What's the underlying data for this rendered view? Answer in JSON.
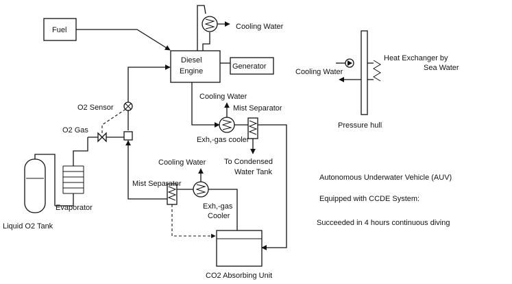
{
  "labels": {
    "fuel": "Fuel",
    "diesel_engine_1": "Diesel",
    "diesel_engine_2": "Engine",
    "generator": "Generator",
    "cooling_water_top": "Cooling Water",
    "o2_sensor": "O2 Sensor",
    "cooling_water_mid": "Cooling Water",
    "mist_separator_top": "Mist Separator",
    "exh_gas_cooler_top": "Exh,-gas cooler",
    "to_condensed_1": "To Condensed",
    "to_condensed_2": "Water Tank",
    "o2_gas": "O2 Gas",
    "cooling_water_low": "Cooling Water",
    "mist_separator_low": "Mist Separator",
    "exh_gas_cooler_low_1": "Exh,-gas",
    "exh_gas_cooler_low_2": "Cooler",
    "evaporator": "Evaporator",
    "liquid_o2_tank": "Liquid O2 Tank",
    "co2_absorbing_unit": "CO2 Absorbing Unit",
    "heat_exchanger_1": "Heat  Exchanger by",
    "heat_exchanger_2": "Sea Water",
    "cooling_water_hx": "Cooling Water",
    "pressure_hull": "Pressure hull"
  },
  "notes": {
    "line1": "Autonomous Underwater Vehicle (AUV)",
    "line2": "Equipped with CCDE System:",
    "line3": "Succeeded in 4 hours continuous diving"
  }
}
